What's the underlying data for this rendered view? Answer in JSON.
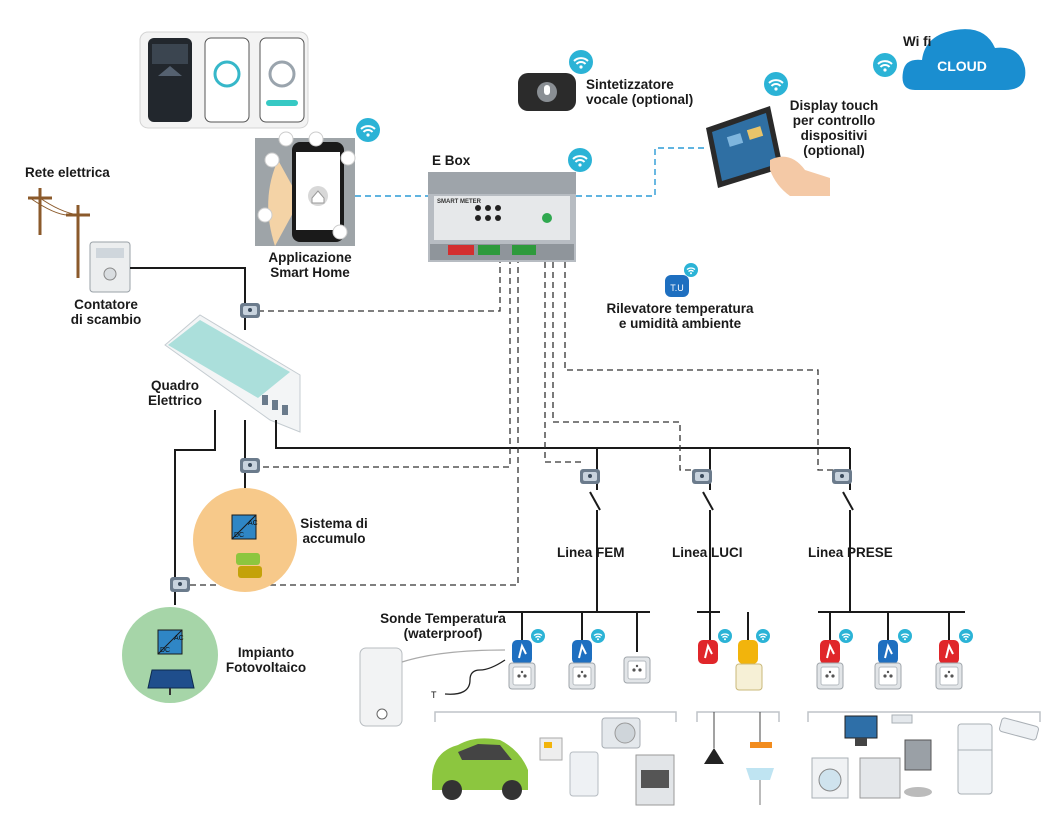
{
  "labels": {
    "rete": "Rete elettrica",
    "contatore_1": "Contatore",
    "contatore_2": "di scambio",
    "app_1": "Applicazione",
    "app_2": "Smart Home",
    "ebox": "E Box",
    "sint_1": "Sintetizzatore",
    "sint_2": "vocale (optional)",
    "display_1": "Display touch",
    "display_2": "per controllo",
    "display_3": "dispositivi",
    "display_4": "(optional)",
    "wifi": "Wi fi",
    "cloud": "CLOUD",
    "rilevatore_1": "Rilevatore temperatura",
    "rilevatore_2": "e umidità ambiente",
    "quadro_1": "Quadro",
    "quadro_2": "Elettrico",
    "accumulo_1": "Sistema di",
    "accumulo_2": "accumulo",
    "fotovoltaico_1": "Impianto",
    "fotovoltaico_2": "Fotovoltaico",
    "linea_fem": "Linea FEM",
    "linea_luci": "Linea LUCI",
    "linea_prese": "Linea PRESE",
    "sonde_1": "Sonde Temperatura",
    "sonde_2": "(waterproof)",
    "smart_meter": "SMART METER",
    "tu": "T.U",
    "ac": "AC",
    "dc": "DC",
    "t_probe": "T"
  },
  "colors": {
    "cloud": "#1a8ed0",
    "wifi": "#2bb3d6",
    "accumulo": "#f7c98a",
    "fotovoltaico": "#a6d5a8",
    "line": "#1a1a1a",
    "ebox": "#b7bcc2",
    "car": "#8cc63f",
    "switch_blue": "#1e6fc0",
    "switch_red": "#e0262a",
    "switch_yellow": "#f2b40c"
  }
}
